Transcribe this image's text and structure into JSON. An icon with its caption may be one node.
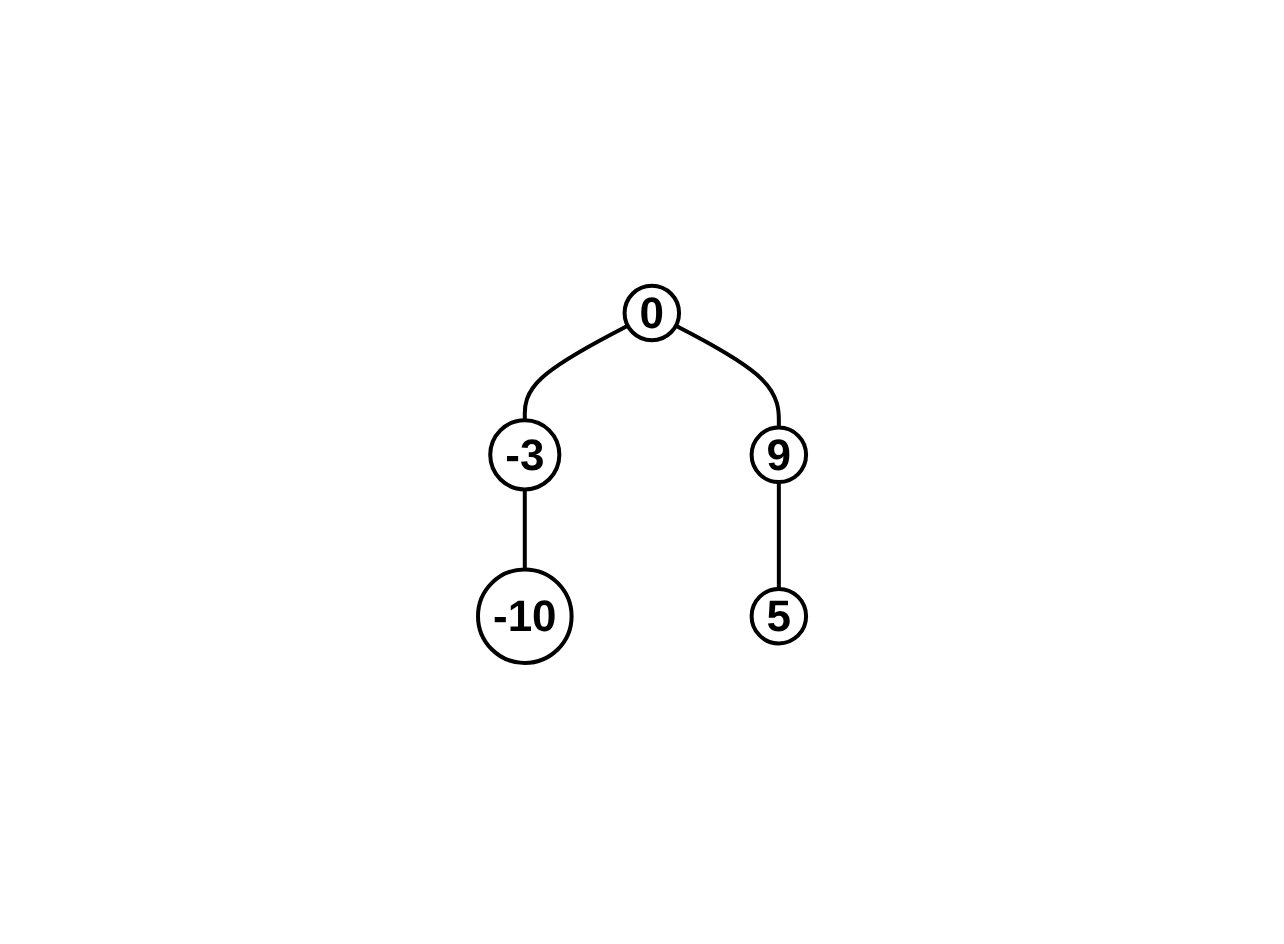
{
  "diagram": {
    "nodes": [
      {
        "text": [
          "0"
        ]
      },
      {
        "text": [
          "-3"
        ]
      },
      {
        "text": [
          "9"
        ]
      },
      {
        "text": [
          "-10"
        ]
      },
      {
        "text": [
          "5"
        ]
      }
    ],
    "edges": [
      {
        "from": 0,
        "to": 1,
        "arrow": "none"
      },
      {
        "from": 0,
        "to": 2,
        "arrow": "none"
      },
      {
        "from": 1,
        "to": 3,
        "arrow": "none"
      },
      {
        "from": 2,
        "to": 4,
        "arrow": "none"
      }
    ]
  }
}
